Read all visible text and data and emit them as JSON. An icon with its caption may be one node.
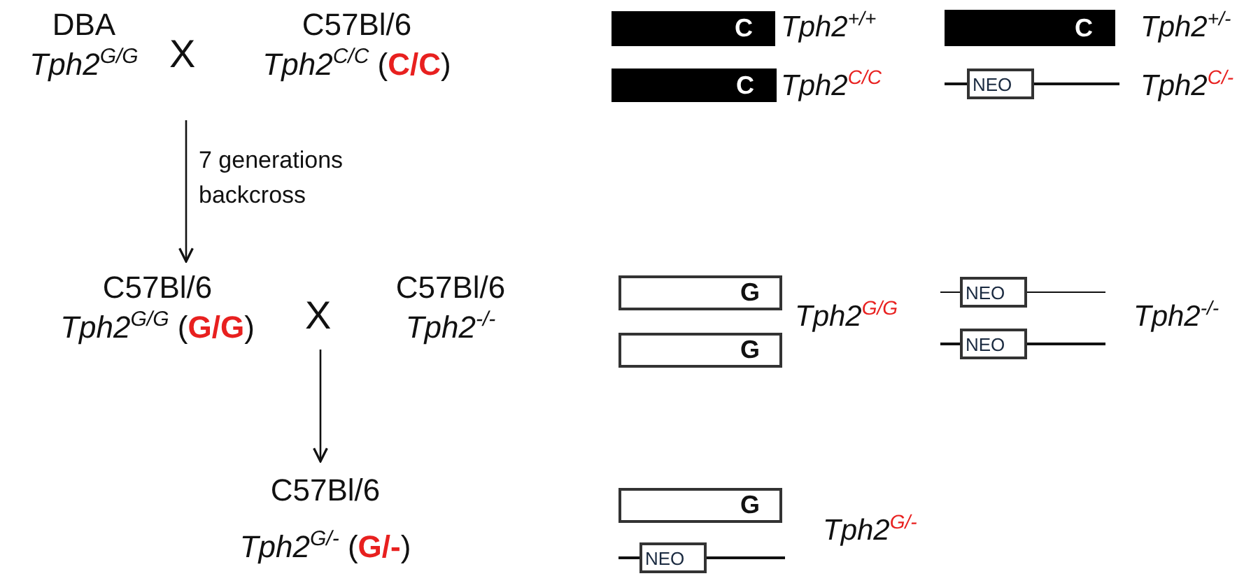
{
  "diagram": {
    "nodes": [
      {
        "text": [
          "DBA",
          "*Tph2*$^{G/G}$"
        ]
      },
      {
        "text": [
          "C57Bl/6",
          "*Tph2*$^{C/C}$ (**C/C**)"
        ]
      },
      {
        "text": [
          "C57Bl/6",
          "*Tph2*$^{G/G}$ (**G/G**)"
        ]
      },
      {
        "text": [
          "C57Bl/6",
          "*Tph2*$^{-/-}$"
        ]
      },
      {
        "text": [
          "C57Bl/6",
          "*Tph2*$^{G/-}$ (**G/-**)"
        ]
      },
      {
        "text": [
          "C"
        ]
      },
      {
        "text": [
          "C"
        ]
      },
      {
        "text": [
          "C"
        ]
      },
      {
        "text": [
          "NEO"
        ]
      },
      {
        "text": [
          "G"
        ]
      },
      {
        "text": [
          "NEO"
        ]
      },
      {
        "text": [
          "G"
        ]
      },
      {
        "text": [
          "NEO"
        ]
      },
      {
        "text": [
          "G"
        ]
      },
      {
        "text": [
          "NEO"
        ]
      }
    ],
    "edges": [
      {
        "from": null,
        "to": 2,
        "arrow": "to",
        "label": "7 generations backcross"
      },
      {
        "from": null,
        "to": 4,
        "arrow": "to"
      }
    ],
    "labels": [
      "X",
      "Tph2$^{+/+}$",
      "Tph2$^{+/-}$",
      "Tph2$^{C/C}$",
      "Tph2$^{C/-}$",
      "X",
      "Tph2$^{G/G}$",
      "Tph2$^{-/-}$",
      "Tph2$^{G/-}$"
    ]
  }
}
